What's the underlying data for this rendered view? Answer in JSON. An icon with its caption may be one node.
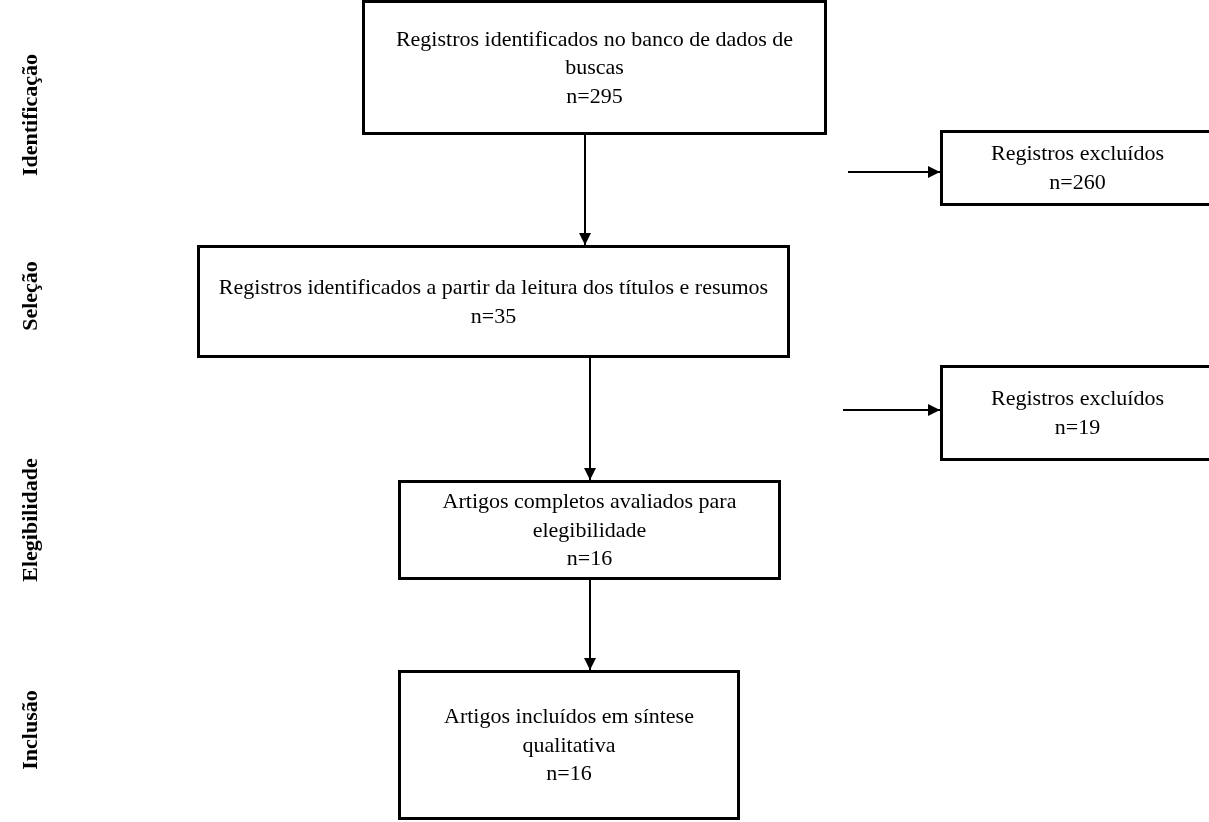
{
  "diagram": {
    "nodes": [
      {
        "text": [
          "Registros identificados no banco de dados de buscas",
          "n=295"
        ]
      },
      {
        "text": [
          "Registros excluídos",
          "n=260"
        ]
      },
      {
        "text": [
          "Registros identificados a partir da leitura dos títulos e resumos",
          "n=35"
        ]
      },
      {
        "text": [
          "Registros excluídos",
          "n=19"
        ]
      },
      {
        "text": [
          "Artigos completos avaliados para elegibilidade",
          "n=16"
        ]
      },
      {
        "text": [
          "Artigos incluídos em síntese qualitativa",
          "n=16"
        ]
      }
    ],
    "edges": [
      {
        "from": 0,
        "to": 2,
        "arrow": "to"
      },
      {
        "from": null,
        "to": 1,
        "arrow": "to"
      },
      {
        "from": 2,
        "to": 4,
        "arrow": "to"
      },
      {
        "from": null,
        "to": 3,
        "arrow": "to"
      },
      {
        "from": 4,
        "to": 5,
        "arrow": "to"
      }
    ],
    "labels": [
      "Identificação",
      "Seleção",
      "Elegibilidade",
      "Inclusão"
    ]
  }
}
